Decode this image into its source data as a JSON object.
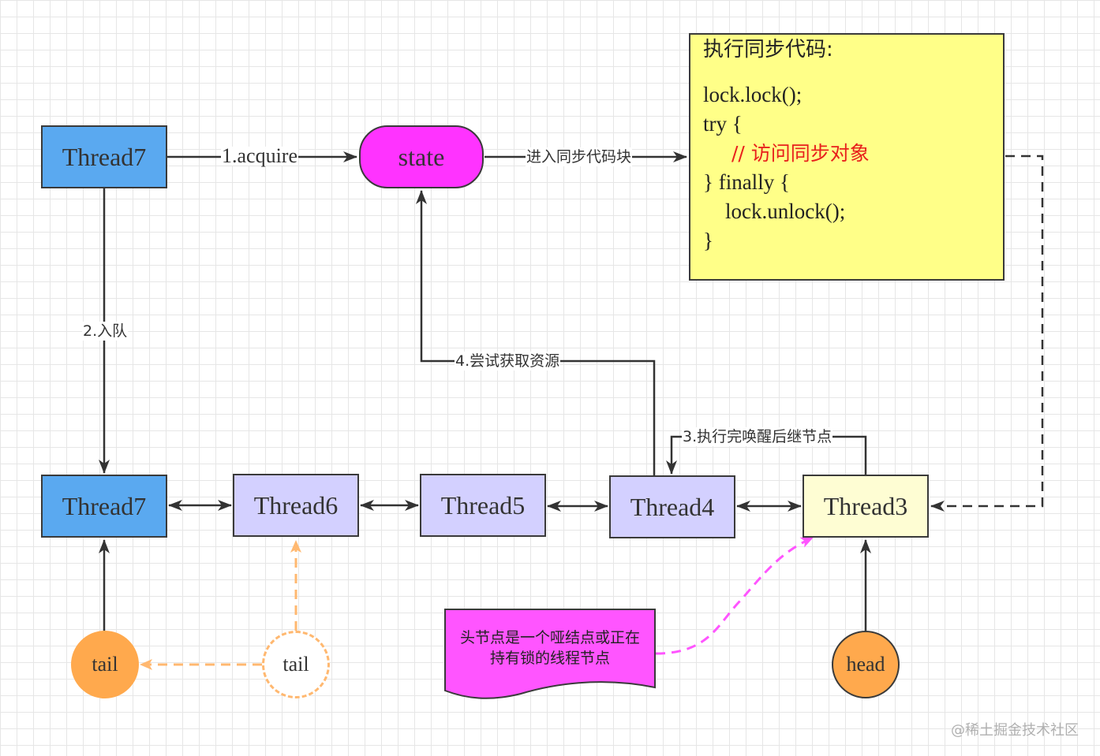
{
  "nodes": {
    "thread7_top": "Thread7",
    "state": "state",
    "thread7_queue": "Thread7",
    "thread6": "Thread6",
    "thread5": "Thread5",
    "thread4": "Thread4",
    "thread3": "Thread3"
  },
  "code_block": {
    "title": "执行同步代码:",
    "lines": [
      "lock.lock();",
      "try {",
      "// 访问同步对象",
      "} finally {",
      "lock.unlock();",
      "}"
    ]
  },
  "edge_labels": {
    "acquire": "1.acquire",
    "enqueue": "2.入队",
    "wake_successor": "3.执行完唤醒后继节点",
    "try_acquire": "4.尝试获取资源",
    "enter_sync": "进入同步代码块"
  },
  "circles": {
    "tail_new": "tail",
    "tail_old": "tail",
    "head": "head"
  },
  "note": {
    "line1": "头节点是一个哑结点或正在",
    "line2": "持有锁的线程节点"
  },
  "watermark": "@稀土掘金技术社区",
  "colors": {
    "thread_active": "#5aa9f0",
    "thread_queued": "#d3d0ff",
    "thread_head": "#fefdd3",
    "state": "#ff33ff",
    "code_block": "#ffff88",
    "highlight_text": "#e8201c",
    "tail_circle": "#ffa94d",
    "head_circle": "#ffa94d",
    "tail_dashed": "#ffb870",
    "note_fill": "#ff55ff",
    "note_arrow": "#ff55ff"
  }
}
